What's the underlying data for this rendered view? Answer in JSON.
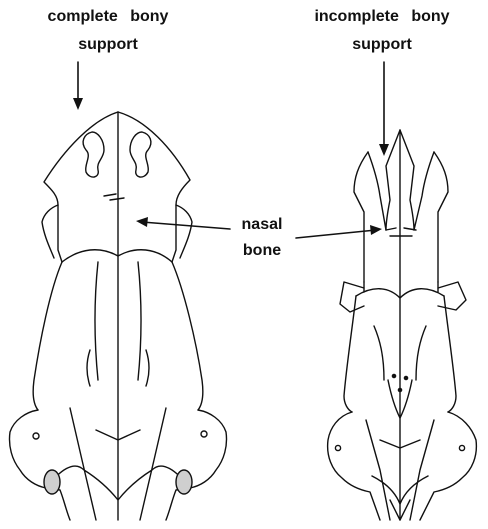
{
  "labels": {
    "complete_line1": "complete bony",
    "complete_line2": "support",
    "incomplete_line1": "incomplete bony",
    "incomplete_line2": "support",
    "nasal_line1": "nasal",
    "nasal_line2": "bone"
  },
  "colors": {
    "ink": "#111111",
    "background": "#ffffff"
  }
}
